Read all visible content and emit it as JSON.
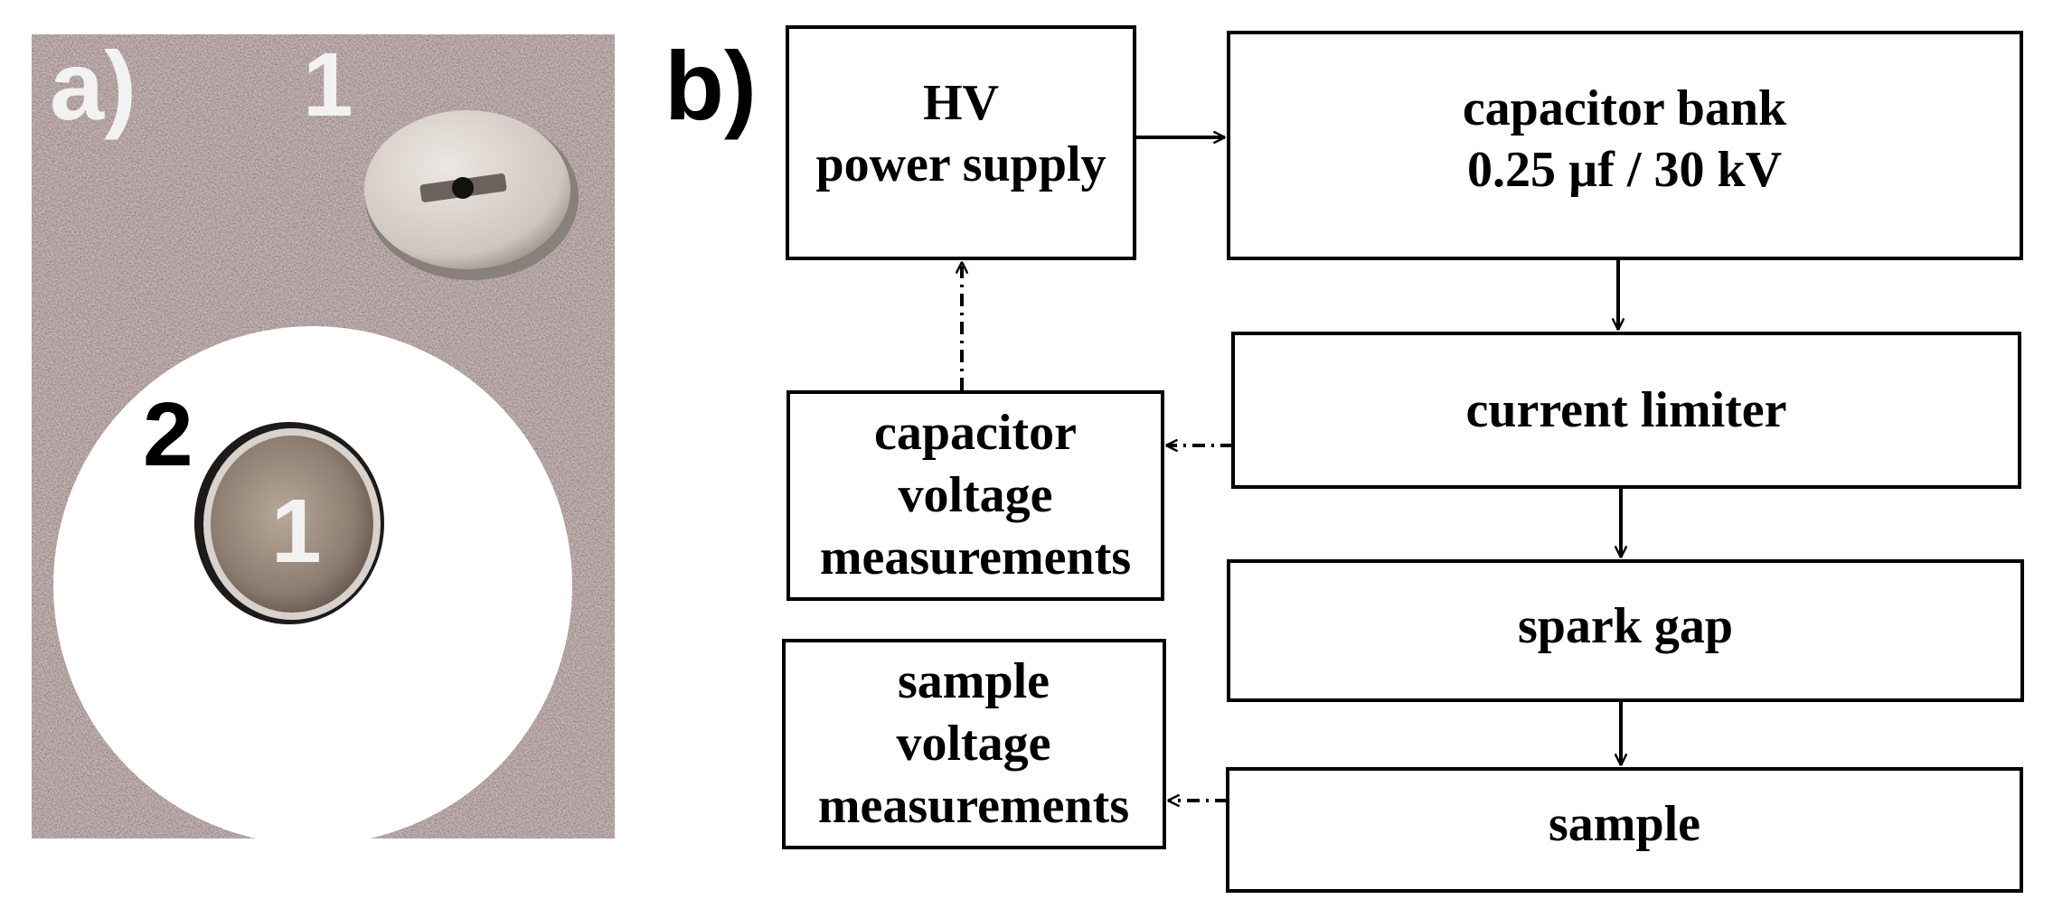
{
  "panel_a": {
    "label": "a)",
    "marker_top": "1",
    "marker_left": "2",
    "marker_center": "1"
  },
  "panel_b": {
    "label": "b)",
    "blocks": {
      "hv_power_supply": [
        "HV",
        "power supply"
      ],
      "capacitor_bank": [
        "capacitor bank",
        "0.25 µf / 30 kV"
      ],
      "current_limiter": [
        "current limiter"
      ],
      "spark_gap": [
        "spark gap"
      ],
      "sample": [
        "sample"
      ],
      "capacitor_voltage": [
        "capacitor",
        "voltage",
        "measurements"
      ],
      "sample_voltage": [
        "sample",
        "voltage",
        "measurements"
      ]
    }
  }
}
